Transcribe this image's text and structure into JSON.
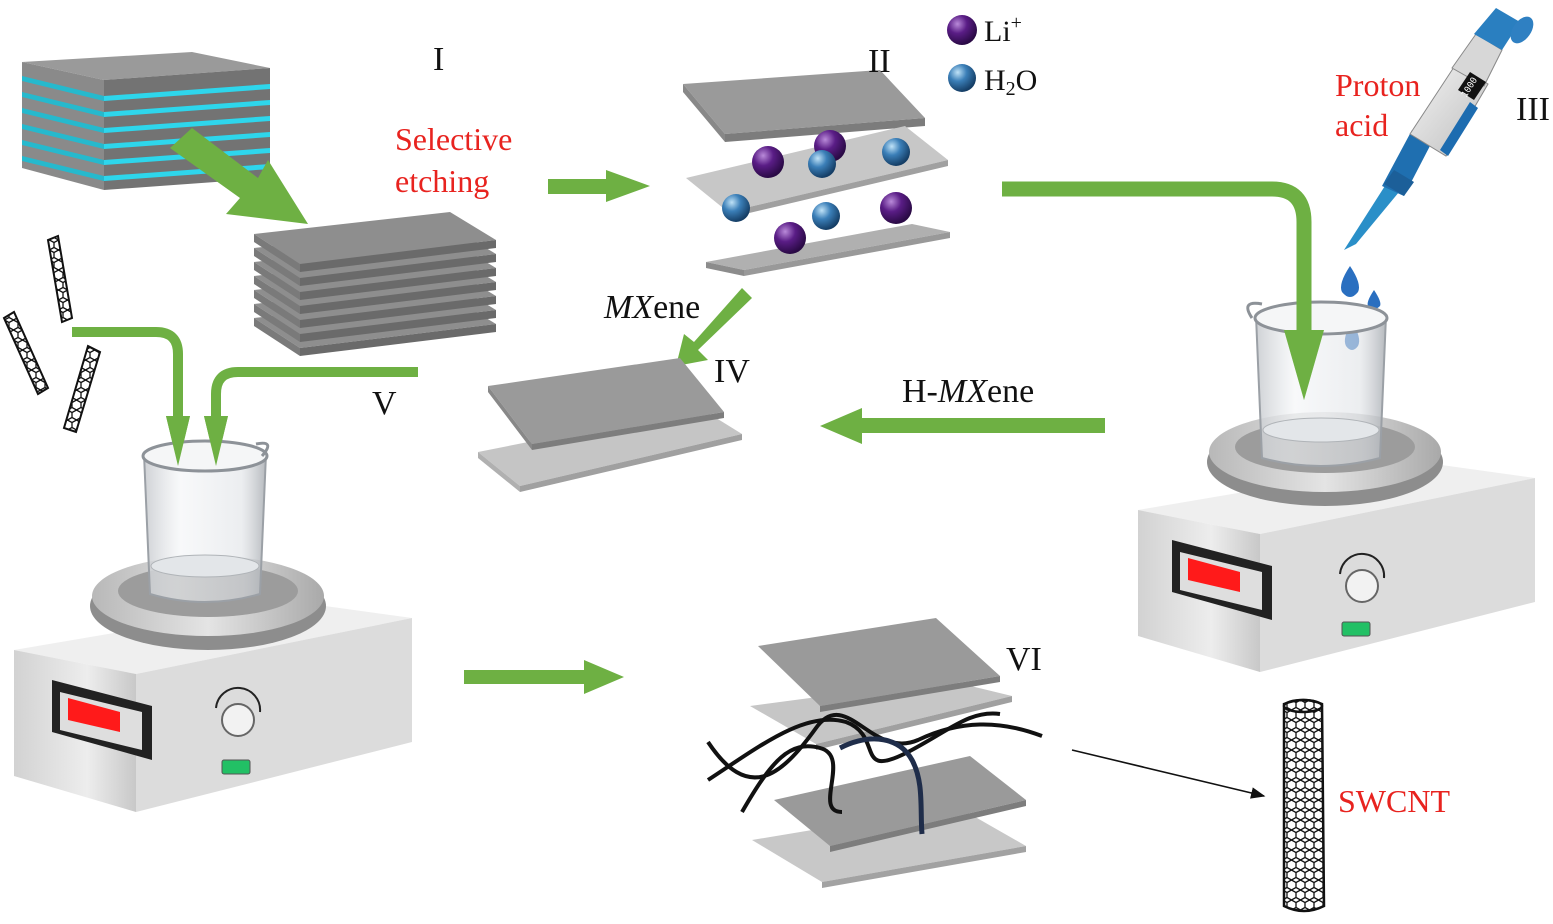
{
  "stages": {
    "s1": "I",
    "s2": "II",
    "s3": "III",
    "s4": "IV",
    "s5": "V",
    "s6": "VI"
  },
  "annotations": {
    "etching_line1": "Selective",
    "etching_line2": "etching",
    "proton_line1": "Proton",
    "proton_line2": "acid",
    "mxene_italic": "MX",
    "mxene_suffix": "ene",
    "hmxene_prefix": "H-",
    "hmxene_italic": "MX",
    "hmxene_suffix": "ene",
    "swcnt": "SWCNT",
    "pipette_reading": "1000"
  },
  "legend": {
    "li_base": "Li",
    "li_sup": "+",
    "h2o_h": "H",
    "h2o_sub": "2",
    "h2o_o": "O"
  },
  "colors": {
    "arrow_green": "#6eb043",
    "label_red": "#e8231f",
    "interlayer_cyan": "#2ed6ec",
    "li_purple": "#5a1d86",
    "h2o_blue": "#3b7fb8",
    "display_red": "#ff1a1a",
    "button_green": "#22c065"
  }
}
